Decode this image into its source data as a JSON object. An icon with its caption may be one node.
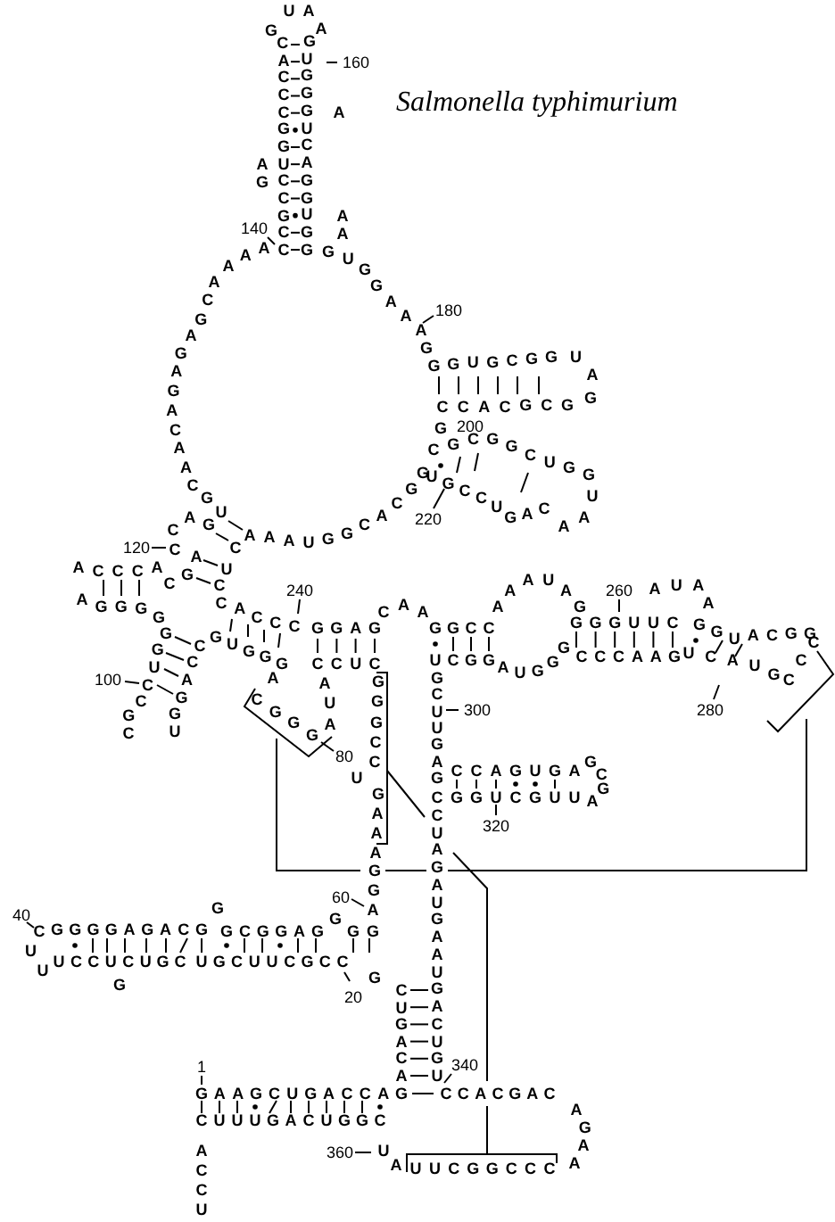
{
  "diagram": {
    "title": "Salmonella typhimurium",
    "labels": [
      "U A",
      "G C A C C C G G U C C G C C",
      "A G U G G G U C A G G U G G",
      "160",
      "A",
      "A",
      "G",
      "A",
      "140",
      "A",
      "A A A",
      "G U G G A A A",
      "A C G A G A G A C A A C G U",
      "180",
      "G G G U G C G",
      "G U A G",
      "C C A C G C G",
      "G",
      "200",
      "C G C G G C U G G",
      "U A A",
      "U G C C U G A C",
      "220",
      "C A G",
      "A A A U G G C A C G G",
      "120",
      "C A",
      "C",
      "A C C C A",
      "U C",
      "G",
      "C",
      "A G G G G",
      "240",
      "C A C C C",
      "G G A G",
      "C A A",
      "G G C C",
      "A A A U A G",
      "260",
      "A U A A",
      "G G G U U C",
      "G G U A C G G",
      "G G U C C G C",
      "G U G G G",
      "C C A G G U",
      "U C G G",
      "C C U C",
      "C C C A A G",
      "U C A U G C C C",
      "A U G G G",
      "G C U U G A G",
      "A",
      "C G G G",
      "A U A",
      "G G G C C",
      "100",
      "300",
      "280",
      "80",
      "U",
      "C C A G U G A",
      "G C G A",
      "G A A A G G A",
      "G G U C G U U",
      "C C U A G A U G A A U G A C U G U",
      "320",
      "60",
      "40",
      "G G G G A G A C G",
      "G",
      "G C G G A G",
      "G",
      "G G",
      "C U U",
      "U C C U C U G C",
      "U G C U U C G C C",
      "G",
      "G",
      "20",
      "C U G A C A",
      "340",
      "1",
      "G A A G C U G A C C A G",
      "C C A C G A C",
      "A G A A",
      "C U U U G A C U G G C",
      "U",
      "360",
      "A C C U",
      "A",
      "U U C G G C C C"
    ]
  }
}
